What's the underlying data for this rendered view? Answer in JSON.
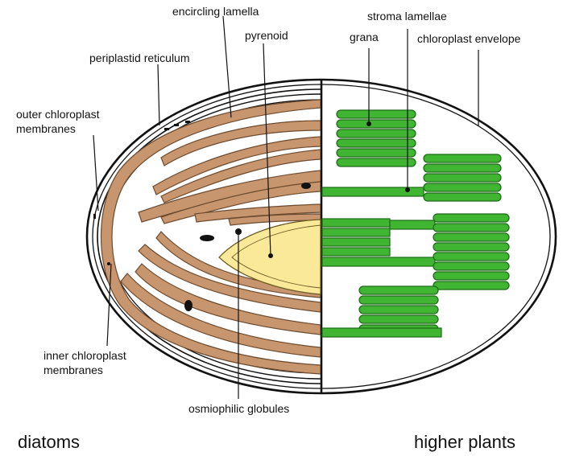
{
  "labels": {
    "encircling_lamella": "encircling lamella",
    "pyrenoid": "pyrenoid",
    "periplastid_reticulum": "periplastid reticulum",
    "outer_membranes_line1": "outer chloroplast",
    "outer_membranes_line2": "membranes",
    "inner_membranes_line1": "inner chloroplast",
    "inner_membranes_line2": "membranes",
    "osmiophilic_globules": "osmiophilic globules",
    "stroma_lamellae": "stroma lamellae",
    "grana": "grana",
    "chloroplast_envelope": "chloroplast envelope"
  },
  "footer": {
    "left": "diatoms",
    "right": "higher plants"
  },
  "colors": {
    "lamella": "#c8966e",
    "lamella_stroke": "#6b4a2e",
    "pyrenoid": "#fbe99a",
    "grana": "#3fb531",
    "grana_stroke": "#1c6a17",
    "outline": "#111111"
  }
}
